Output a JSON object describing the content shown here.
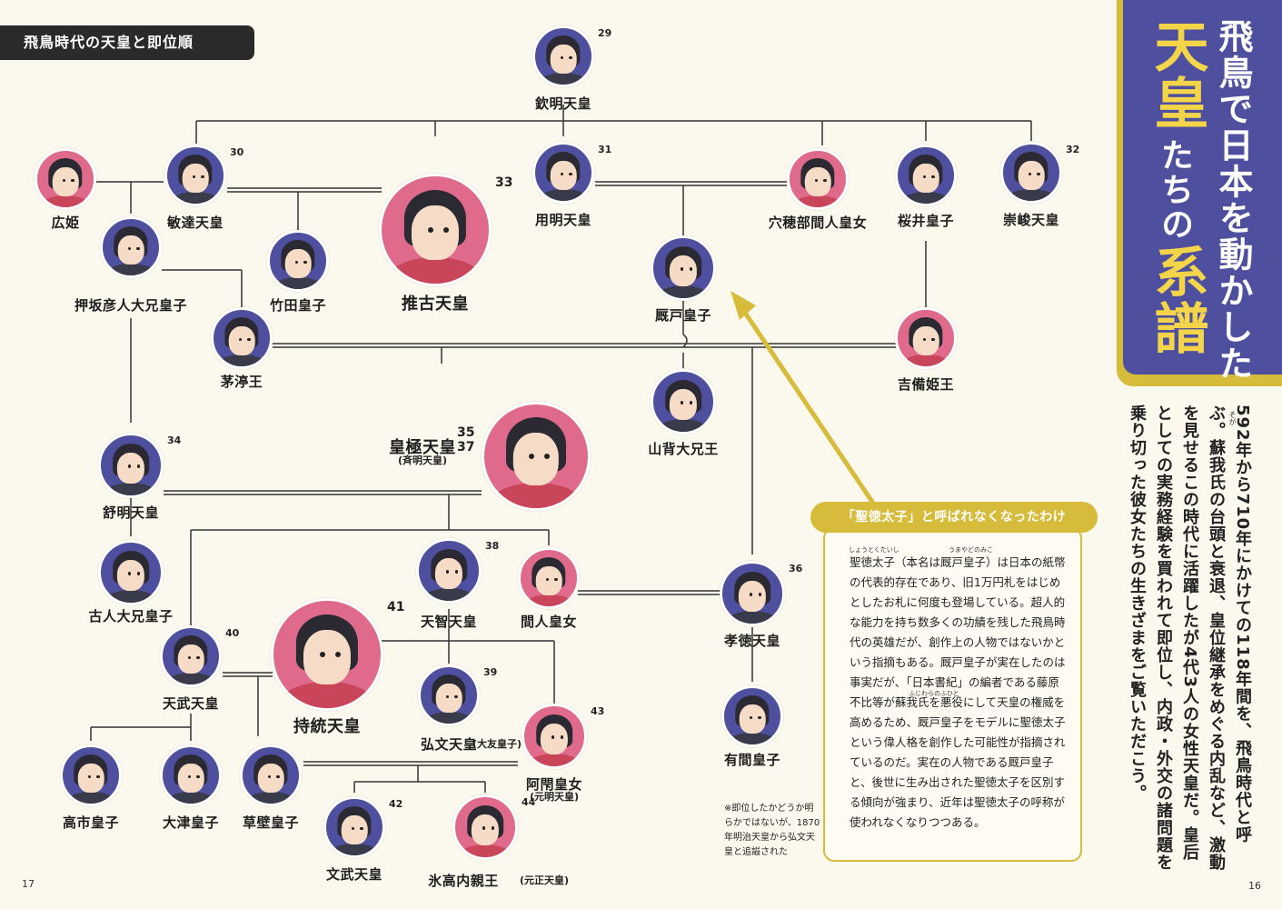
{
  "header": {
    "label": "飛鳥時代の天皇と即位順"
  },
  "title": {
    "line1": "飛鳥で日本を動かした",
    "big1": "天皇",
    "mid": "たちの",
    "big2": "系譜"
  },
  "intro": "592年から710年にかけての118年間を、飛鳥時代と呼ぶ。蘇我氏の台頭と衰退、皇位継承をめぐる内乱など、激動を見せるこの時代に活躍したが4代3人の女性天皇だ。皇后としての実務経験を買われて即位し、内政・外交の諸問題を乗り切った彼女たちの生きざまをご覧いただこう。",
  "ruby_soga": "そが",
  "callout": {
    "title": "「聖徳太子」と呼ばれなくなったわけ",
    "body": "聖徳太子（本名は厩戸皇子）は日本の紙幣の代表的存在であり、旧1万円札をはじめとしたお札に何度も登場している。超人的な能力を持ち数多くの功績を残した飛鳥時代の英雄だが、創作上の人物ではないかという指摘もある。厩戸皇子が実在したのは事実だが、「日本書紀」の編者である藤原不比等が蘇我氏を悪役にして天皇の権威を高めるため、厩戸皇子をモデルに聖徳太子という偉人格を創作した可能性が指摘されているのだ。実在の人物である厩戸皇子と、後世に生み出された聖徳太子を区別する傾向が強まり、近年は聖徳太子の呼称が使われなくなりつつある。",
    "ruby_shotoku": "しょうとくたいし",
    "ruby_umayado": "うまやどのみこ",
    "ruby_fujiwara": "ふじわらのふひと"
  },
  "note": "※即位したかどうか明らかではないが、1870年明治天皇から弘文天皇と追謚された",
  "pages": {
    "left": "17",
    "right": "16"
  },
  "people": [
    {
      "id": "kinmei",
      "name": "欽明天皇",
      "num": "29",
      "color": "blue"
    },
    {
      "id": "hirohime",
      "name": "広姫",
      "num": "",
      "color": "pink"
    },
    {
      "id": "bidatsu",
      "name": "敏達天皇",
      "num": "30",
      "color": "blue"
    },
    {
      "id": "suiko",
      "name": "推古天皇",
      "num": "33",
      "color": "pink"
    },
    {
      "id": "yomei",
      "name": "用明天皇",
      "num": "31",
      "color": "blue"
    },
    {
      "id": "anahobe",
      "name": "穴穂部間人皇女",
      "num": "",
      "color": "pink"
    },
    {
      "id": "sakurai",
      "name": "桜井皇子",
      "num": "",
      "color": "blue"
    },
    {
      "id": "sushun",
      "name": "崇峻天皇",
      "num": "32",
      "color": "blue"
    },
    {
      "id": "oshisaka",
      "name": "押坂彦人大兄皇子",
      "num": "",
      "color": "blue"
    },
    {
      "id": "takeda",
      "name": "竹田皇子",
      "num": "",
      "color": "blue"
    },
    {
      "id": "umayado",
      "name": "厩戸皇子",
      "num": "",
      "color": "blue"
    },
    {
      "id": "chinu",
      "name": "茅渟王",
      "num": "",
      "color": "blue"
    },
    {
      "id": "kibi",
      "name": "吉備姫王",
      "num": "",
      "color": "pink"
    },
    {
      "id": "yamashiro",
      "name": "山背大兄王",
      "num": "",
      "color": "blue"
    },
    {
      "id": "kogyoku",
      "name": "皇極天皇",
      "num": "35\n37",
      "sub": "(斉明天皇)",
      "color": "pink"
    },
    {
      "id": "jomei",
      "name": "舒明天皇",
      "num": "34",
      "color": "blue"
    },
    {
      "id": "furuhito",
      "name": "古人大兄皇子",
      "num": "",
      "color": "blue"
    },
    {
      "id": "tenji",
      "name": "天智天皇",
      "num": "38",
      "color": "blue"
    },
    {
      "id": "hashihito",
      "name": "間人皇女",
      "num": "",
      "color": "pink"
    },
    {
      "id": "kotoku",
      "name": "孝徳天皇",
      "num": "36",
      "color": "blue"
    },
    {
      "id": "jito",
      "name": "持統天皇",
      "num": "41",
      "color": "pink"
    },
    {
      "id": "tenmu",
      "name": "天武天皇",
      "num": "40",
      "color": "blue"
    },
    {
      "id": "kobun",
      "name": "弘文天皇",
      "num": "39",
      "sub": "(大友皇子)",
      "color": "blue"
    },
    {
      "id": "gemmei",
      "name": "阿閇皇女",
      "num": "43",
      "sub": "(元明天皇)",
      "color": "pink"
    },
    {
      "id": "arima",
      "name": "有間皇子",
      "num": "",
      "color": "blue"
    },
    {
      "id": "takechi",
      "name": "高市皇子",
      "num": "",
      "color": "blue"
    },
    {
      "id": "otsu",
      "name": "大津皇子",
      "num": "",
      "color": "blue"
    },
    {
      "id": "kusakabe",
      "name": "草壁皇子",
      "num": "",
      "color": "blue"
    },
    {
      "id": "mommu",
      "name": "文武天皇",
      "num": "42",
      "color": "blue"
    },
    {
      "id": "hidaka",
      "name": "氷高内親王",
      "num": "44",
      "sub": "(元正天皇)",
      "color": "pink"
    }
  ]
}
